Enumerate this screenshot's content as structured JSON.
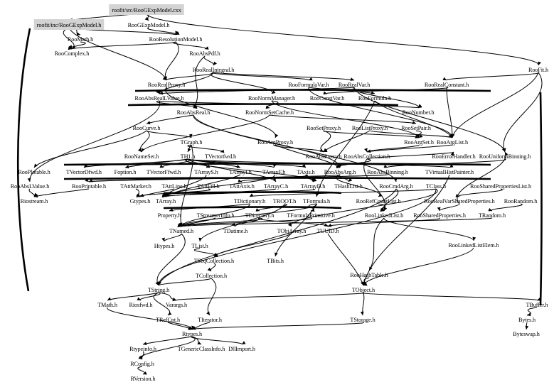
{
  "diagram": {
    "title": "roofit/src/RooGExpModel.cxx include dependency graph",
    "highlight_color": "#d3d3d3",
    "nodes": [
      {
        "id": "src",
        "label": "roofit/src/RooGExpModel.cxx",
        "highlighted": true
      },
      {
        "id": "inc",
        "label": "roofit/inc/RooGExpModel.h",
        "highlighted": true
      },
      {
        "id": "RooGExpModel",
        "label": "RooGExpModel.h"
      },
      {
        "id": "RooMath",
        "label": "RooMath.h"
      },
      {
        "id": "RooResolutionModel",
        "label": "RooResolutionModel.h"
      },
      {
        "id": "RooComplex",
        "label": "RooComplex.h"
      },
      {
        "id": "RooAbsPdf",
        "label": "RooAbsPdf.h"
      },
      {
        "id": "RooRealIntegral",
        "label": "RooRealIntegral.h"
      },
      {
        "id": "RooFit",
        "label": "RooFit.h"
      },
      {
        "id": "RooRealProxy",
        "label": "RooRealProxy.h"
      },
      {
        "id": "RooFormulaVar",
        "label": "RooFormulaVar.h"
      },
      {
        "id": "RooRealVar",
        "label": "RooRealVar.h"
      },
      {
        "id": "RooRealConstant",
        "label": "RooRealConstant.h"
      },
      {
        "id": "RooAbsRealLValue",
        "label": "RooAbsRealLValue.h"
      },
      {
        "id": "RooNormManager",
        "label": "RooNormManager.h"
      },
      {
        "id": "RooConstVar",
        "label": "RooConstVar.h"
      },
      {
        "id": "RooFormula",
        "label": "RooFormula.h"
      },
      {
        "id": "RooAbsReal",
        "label": "RooAbsReal.h"
      },
      {
        "id": "RooNormSetCache",
        "label": "RooNormSetCache.h"
      },
      {
        "id": "RooNumber",
        "label": "RooNumber.h"
      },
      {
        "id": "RooCurve",
        "label": "RooCurve.h"
      },
      {
        "id": "RooSetProxy",
        "label": "RooSetProxy.h"
      },
      {
        "id": "RooListProxy",
        "label": "RooListProxy.h"
      },
      {
        "id": "RooSetPair",
        "label": "RooSetPair.h"
      },
      {
        "id": "TGraph",
        "label": "TGraph.h"
      },
      {
        "id": "RooArgProxy",
        "label": "RooArgProxy.h"
      },
      {
        "id": "RooArgSet",
        "label": "RooArgSet.h"
      },
      {
        "id": "RooArgList",
        "label": "RooArgList.h"
      },
      {
        "id": "RooNameSet",
        "label": "RooNameSet.h"
      },
      {
        "id": "TH1",
        "label": "TH1.h"
      },
      {
        "id": "TVectorfwd",
        "label": "TVectorfwd.h"
      },
      {
        "id": "RooAbsProxy",
        "label": "RooAbsProxy.h"
      },
      {
        "id": "RooAbsCollection",
        "label": "RooAbsCollection.h"
      },
      {
        "id": "RooErrorHandler",
        "label": "RooErrorHandler.h"
      },
      {
        "id": "RooUniformBinning",
        "label": "RooUniformBinning.h"
      },
      {
        "id": "RooPlotable",
        "label": "RooPlotable.h"
      },
      {
        "id": "TVectorDfwd",
        "label": "TVectorDfwd.h"
      },
      {
        "id": "Foption",
        "label": "Foption.h"
      },
      {
        "id": "TVectorFfwd",
        "label": "TVectorFfwd.h"
      },
      {
        "id": "TArrayS",
        "label": "TArrayS.h"
      },
      {
        "id": "TArrayI",
        "label": "TArrayI.h"
      },
      {
        "id": "TArrayF",
        "label": "TArrayF.h"
      },
      {
        "id": "TAxis",
        "label": "TAxis.h"
      },
      {
        "id": "RooAbsArg",
        "label": "RooAbsArg.h"
      },
      {
        "id": "RooAbsBinning",
        "label": "RooAbsBinning.h"
      },
      {
        "id": "TVirtualHistPainter",
        "label": "TVirtualHistPainter.h"
      },
      {
        "id": "RooAbsLValue",
        "label": "RooAbsLValue.h"
      },
      {
        "id": "RooPrintable",
        "label": "RooPrintable.h"
      },
      {
        "id": "TAttMarker",
        "label": "TAttMarker.h"
      },
      {
        "id": "TAttLine",
        "label": "TAttLine.h"
      },
      {
        "id": "TAttFill",
        "label": "TAttFill.h"
      },
      {
        "id": "TAttAxis",
        "label": "TAttAxis.h"
      },
      {
        "id": "TArrayC",
        "label": "TArrayC.h"
      },
      {
        "id": "TArrayD",
        "label": "TArrayD.h"
      },
      {
        "id": "THashList",
        "label": "THashList.h"
      },
      {
        "id": "RooCmdArg",
        "label": "RooCmdArg.h"
      },
      {
        "id": "TClass",
        "label": "TClass.h"
      },
      {
        "id": "RooSharedPropertiesList",
        "label": "RooSharedPropertiesList.h"
      },
      {
        "id": "Riostream",
        "label": "Riostream.h"
      },
      {
        "id": "Gtypes",
        "label": "Gtypes.h"
      },
      {
        "id": "TArray",
        "label": "TArray.h"
      },
      {
        "id": "TDictionary",
        "label": "TDictionary.h"
      },
      {
        "id": "TROOT",
        "label": "TROOT.h"
      },
      {
        "id": "TFormula",
        "label": "TFormula.h"
      },
      {
        "id": "RooRefCountList",
        "label": "RooRefCountList.h"
      },
      {
        "id": "RooRealVarSharedProperties",
        "label": "RooRealVarSharedProperties.h"
      },
      {
        "id": "RooRandom",
        "label": "RooRandom.h"
      },
      {
        "id": "Property",
        "label": "Property.h"
      },
      {
        "id": "TStreamerInfo",
        "label": "TStreamerInfo.h"
      },
      {
        "id": "TDirectory",
        "label": "TDirectory.h"
      },
      {
        "id": "TFormulaPrimitive",
        "label": "TFormulaPrimitive.h"
      },
      {
        "id": "RooLinkedList",
        "label": "RooLinkedList.h"
      },
      {
        "id": "RooSharedProperties",
        "label": "RooSharedProperties.h"
      },
      {
        "id": "TRandom",
        "label": "TRandom.h"
      },
      {
        "id": "TNamed",
        "label": "TNamed.h"
      },
      {
        "id": "TDatime",
        "label": "TDatime.h"
      },
      {
        "id": "TObjArray",
        "label": "TObjArray.h"
      },
      {
        "id": "TUUID",
        "label": "TUUID.h"
      },
      {
        "id": "RooLinkedListElem",
        "label": "RooLinkedListElem.h"
      },
      {
        "id": "Htypes",
        "label": "Htypes.h"
      },
      {
        "id": "TList",
        "label": "TList.h"
      },
      {
        "id": "TSeqCollection",
        "label": "TSeqCollection.h"
      },
      {
        "id": "TBits",
        "label": "TBits.h"
      },
      {
        "id": "RooHashTable",
        "label": "RooHashTable.h"
      },
      {
        "id": "TCollection",
        "label": "TCollection.h"
      },
      {
        "id": "TString",
        "label": "TString.h"
      },
      {
        "id": "TObject",
        "label": "TObject.h"
      },
      {
        "id": "TMath",
        "label": "TMath.h"
      },
      {
        "id": "Riosfwd",
        "label": "Riosfwd.h"
      },
      {
        "id": "Varargs",
        "label": "Varargs.h"
      },
      {
        "id": "TBuffer",
        "label": "TBuffer.h"
      },
      {
        "id": "TRefCnt",
        "label": "TRefCnt.h"
      },
      {
        "id": "TIterator",
        "label": "TIterator.h"
      },
      {
        "id": "TStorage",
        "label": "TStorage.h"
      },
      {
        "id": "Bytes",
        "label": "Bytes.h"
      },
      {
        "id": "Rtypes",
        "label": "Rtypes.h"
      },
      {
        "id": "Byteswap",
        "label": "Byteswap.h"
      },
      {
        "id": "Rtypeinfo",
        "label": "Rtypeinfo.h"
      },
      {
        "id": "TGenericClassInfo",
        "label": "TGenericClassInfo.h"
      },
      {
        "id": "DllImport",
        "label": "DllImport.h"
      },
      {
        "id": "RConfig",
        "label": "RConfig.h"
      },
      {
        "id": "RVersion",
        "label": "RVersion.h"
      }
    ],
    "edges": [
      [
        "src",
        "inc"
      ],
      [
        "src",
        "RooGExpModel"
      ],
      [
        "src",
        "RooFit"
      ],
      [
        "inc",
        "RooMath"
      ],
      [
        "inc",
        "RooResolutionModel"
      ],
      [
        "inc",
        "RooComplex"
      ],
      [
        "inc",
        "RooRealProxy"
      ],
      [
        "RooGExpModel",
        "RooResolutionModel"
      ],
      [
        "RooMath",
        "RooComplex"
      ],
      [
        "RooResolutionModel",
        "RooComplex"
      ],
      [
        "RooResolutionModel",
        "RooAbsPdf"
      ],
      [
        "RooResolutionModel",
        "RooRealProxy"
      ],
      [
        "RooAbsPdf",
        "RooRealIntegral"
      ],
      [
        "RooAbsPdf",
        "RooAbsReal"
      ],
      [
        "RooRealIntegral",
        "RooRealProxy"
      ],
      [
        "RooRealIntegral",
        "RooFormulaVar"
      ],
      [
        "RooRealIntegral",
        "RooRealVar"
      ],
      [
        "RooRealIntegral",
        "RooAbsRealLValue"
      ],
      [
        "RooRealIntegral",
        "RooNormManager"
      ],
      [
        "RooFit",
        "RooRealConstant"
      ],
      [
        "RooFit",
        "RooArgList"
      ],
      [
        "RooFit",
        "RooUniformBinning"
      ],
      [
        "RooRealProxy",
        "RooAbsRealLValue"
      ],
      [
        "RooRealProxy",
        "RooArgProxy"
      ],
      [
        "RooFormulaVar",
        "RooFormula"
      ],
      [
        "RooFormulaVar",
        "RooArgList"
      ],
      [
        "RooRealVar",
        "RooAbsRealLValue"
      ],
      [
        "RooRealVar",
        "RooUniformBinning"
      ],
      [
        "RooRealVar",
        "RooNumber"
      ],
      [
        "RooRealConstant",
        "RooConstVar"
      ],
      [
        "RooRealConstant",
        "RooArgList"
      ],
      [
        "RooAbsRealLValue",
        "RooAbsReal"
      ],
      [
        "RooAbsRealLValue",
        "RooAbsLValue"
      ],
      [
        "RooAbsRealLValue",
        "RooNumber"
      ],
      [
        "RooNormManager",
        "RooNormSetCache"
      ],
      [
        "RooNormManager",
        "RooArgSet"
      ],
      [
        "RooFormula",
        "TFormula"
      ],
      [
        "RooFormula",
        "RooArgList"
      ],
      [
        "RooAbsReal",
        "RooAbsArg"
      ],
      [
        "RooAbsReal",
        "RooCurve"
      ],
      [
        "RooAbsReal",
        "RooCmdArg"
      ],
      [
        "RooNormSetCache",
        "RooNameSet"
      ],
      [
        "RooNormSetCache",
        "RooSetPair"
      ],
      [
        "RooCurve",
        "TGraph"
      ],
      [
        "RooCurve",
        "RooPlotable"
      ],
      [
        "RooCurve",
        "RooNameSet"
      ],
      [
        "RooSetProxy",
        "RooArgSet"
      ],
      [
        "RooSetProxy",
        "RooAbsProxy"
      ],
      [
        "RooListProxy",
        "RooArgList"
      ],
      [
        "RooListProxy",
        "RooAbsProxy"
      ],
      [
        "RooSetPair",
        "RooArgSet"
      ],
      [
        "TGraph",
        "TH1"
      ],
      [
        "TGraph",
        "TVectorfwd"
      ],
      [
        "TGraph",
        "TNamed"
      ],
      [
        "RooArgProxy",
        "RooAbsProxy"
      ],
      [
        "RooArgProxy",
        "RooAbsArg"
      ],
      [
        "RooArgSet",
        "RooAbsCollection"
      ],
      [
        "RooArgList",
        "RooAbsCollection"
      ],
      [
        "TH1",
        "TVectorFfwd"
      ],
      [
        "TH1",
        "TVectorDfwd"
      ],
      [
        "TH1",
        "Foption"
      ],
      [
        "TH1",
        "TAxis"
      ],
      [
        "TH1",
        "TArrayS"
      ],
      [
        "TH1",
        "TArrayI"
      ],
      [
        "TH1",
        "TArrayF"
      ],
      [
        "TH1",
        "TArrayD"
      ],
      [
        "TH1",
        "TArrayC"
      ],
      [
        "TH1",
        "TVirtualHistPainter"
      ],
      [
        "RooAbsCollection",
        "RooAbsArg"
      ],
      [
        "RooAbsCollection",
        "RooErrorHandler"
      ],
      [
        "RooAbsCollection",
        "RooLinkedList"
      ],
      [
        "RooUniformBinning",
        "RooAbsBinning"
      ],
      [
        "RooAbsArg",
        "THashList"
      ],
      [
        "RooAbsArg",
        "RooRefCountList"
      ],
      [
        "RooAbsArg",
        "RooPrintable"
      ],
      [
        "RooAbsBinning",
        "RooPrintable"
      ],
      [
        "TAxis",
        "TAttAxis"
      ],
      [
        "TAxis",
        "TArrayD"
      ],
      [
        "RooCmdArg",
        "TString"
      ],
      [
        "RooCmdArg",
        "RooLinkedList"
      ],
      [
        "TClass",
        "TDictionary"
      ],
      [
        "TClass",
        "TObjArray"
      ],
      [
        "TClass",
        "TString"
      ],
      [
        "TVirtualHistPainter",
        "TObject"
      ],
      [
        "RooSharedPropertiesList",
        "RooRealVarSharedProperties"
      ],
      [
        "RooAbsLValue",
        "Riostream"
      ],
      [
        "RooPrintable",
        "Riostream"
      ],
      [
        "TAttMarker",
        "Gtypes"
      ],
      [
        "TAttLine",
        "Gtypes"
      ],
      [
        "TAttFill",
        "Gtypes"
      ],
      [
        "TArrayS",
        "TArray"
      ],
      [
        "TArrayI",
        "TArray"
      ],
      [
        "TArrayF",
        "TArray"
      ],
      [
        "TArrayC",
        "TArray"
      ],
      [
        "TArrayD",
        "TArray"
      ],
      [
        "TDictionary",
        "TNamed"
      ],
      [
        "TDictionary",
        "Property"
      ],
      [
        "TROOT",
        "TDirectory"
      ],
      [
        "TROOT",
        "TList"
      ],
      [
        "TFormula",
        "TFormulaPrimitive"
      ],
      [
        "TFormula",
        "TNamed"
      ],
      [
        "TFormula",
        "TBits"
      ],
      [
        "RooRefCountList",
        "RooLinkedList"
      ],
      [
        "RooRealVarSharedProperties",
        "RooSharedProperties"
      ],
      [
        "RooRealVarSharedProperties",
        "RooUniformBinning"
      ],
      [
        "RooRandom",
        "TRandom"
      ],
      [
        "TStreamerInfo",
        "TNamed"
      ],
      [
        "TDirectory",
        "TNamed"
      ],
      [
        "TDirectory",
        "TDatime"
      ],
      [
        "TDirectory",
        "TUUID"
      ],
      [
        "TFormulaPrimitive",
        "TNamed"
      ],
      [
        "RooLinkedList",
        "RooLinkedListElem"
      ],
      [
        "RooLinkedList",
        "RooHashTable"
      ],
      [
        "RooSharedProperties",
        "TUUID"
      ],
      [
        "TRandom",
        "TNamed"
      ],
      [
        "TNamed",
        "TString"
      ],
      [
        "TNamed",
        "Htypes"
      ],
      [
        "TObjArray",
        "TSeqCollection"
      ],
      [
        "TUUID",
        "TObject"
      ],
      [
        "RooLinkedListElem",
        "TObject"
      ],
      [
        "TList",
        "TSeqCollection"
      ],
      [
        "TSeqCollection",
        "TCollection"
      ],
      [
        "RooHashTable",
        "TObject"
      ],
      [
        "TCollection",
        "TIterator"
      ],
      [
        "TCollection",
        "TString"
      ],
      [
        "TString",
        "TRefCnt"
      ],
      [
        "TString",
        "Riosfwd"
      ],
      [
        "TString",
        "TMath"
      ],
      [
        "TString",
        "Varargs"
      ],
      [
        "TObject",
        "TStorage"
      ],
      [
        "TObject",
        "TBuffer"
      ],
      [
        "TObject",
        "Varargs"
      ],
      [
        "TMath",
        "Rtypes"
      ],
      [
        "TBuffer",
        "Bytes"
      ],
      [
        "TRefCnt",
        "Rtypes"
      ],
      [
        "TIterator",
        "Rtypes"
      ],
      [
        "TStorage",
        "Rtypes"
      ],
      [
        "Bytes",
        "Byteswap"
      ],
      [
        "Rtypes",
        "Rtypeinfo"
      ],
      [
        "Rtypes",
        "TGenericClassInfo"
      ],
      [
        "Rtypes",
        "DllImport"
      ],
      [
        "Rtypes",
        "RConfig"
      ],
      [
        "Rtypeinfo",
        "RConfig"
      ],
      [
        "RConfig",
        "RVersion"
      ]
    ]
  }
}
